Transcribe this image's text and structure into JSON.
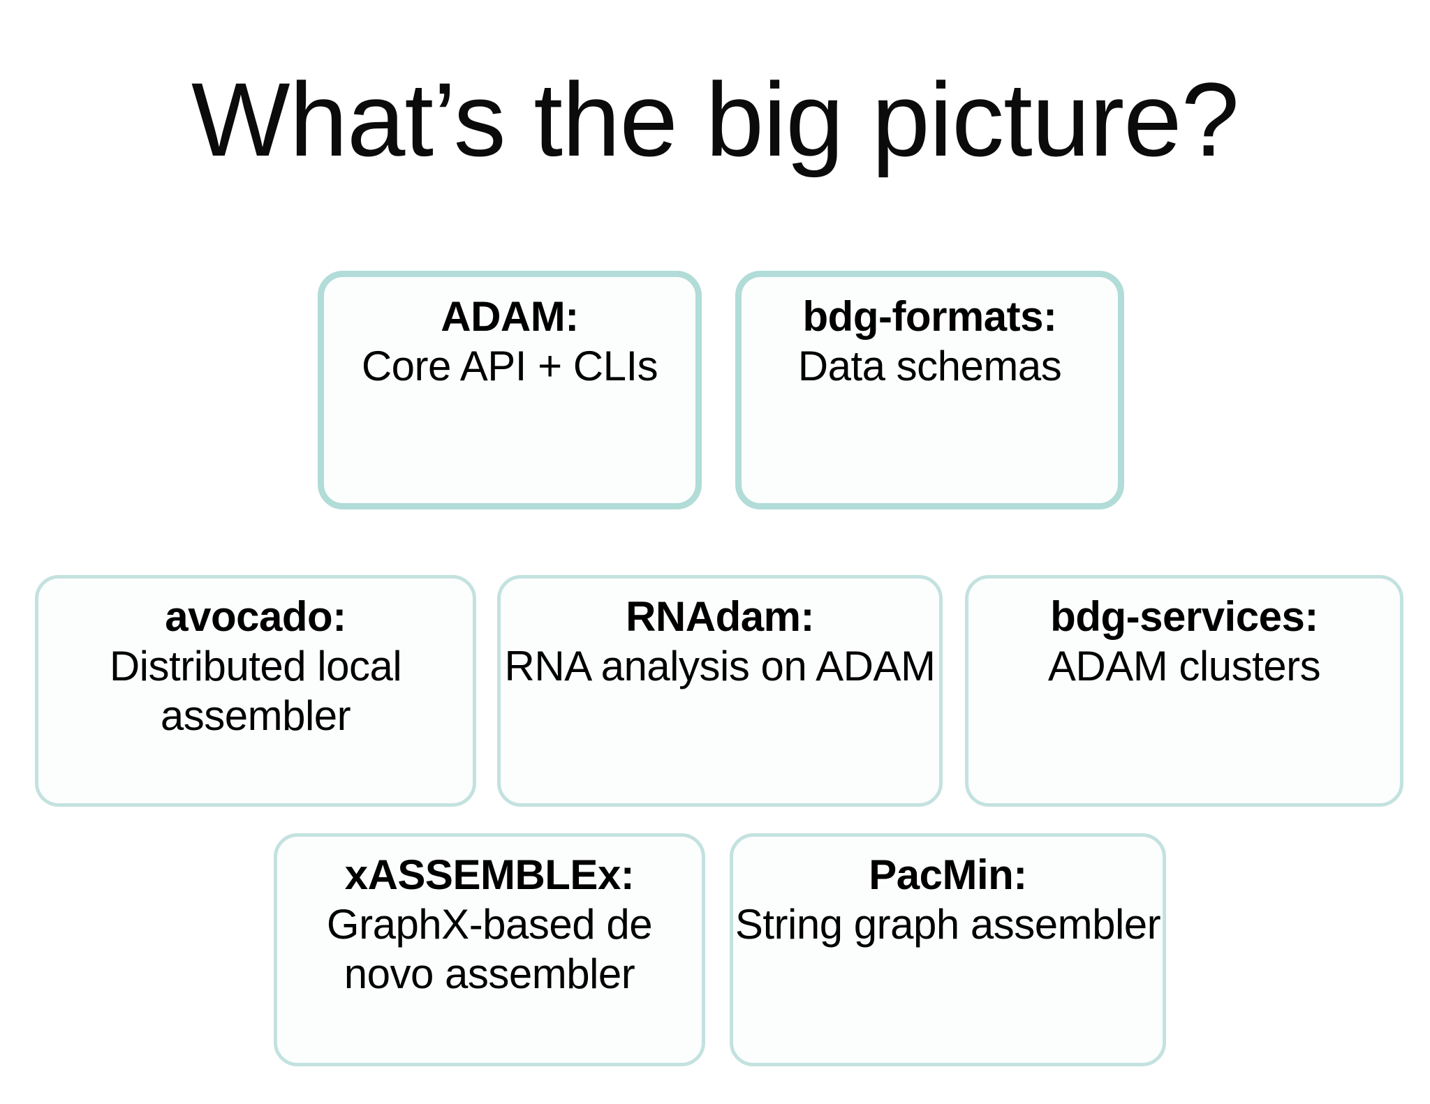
{
  "slide": {
    "title": "What’s the big picture?",
    "background_color": "#ffffff",
    "accent_color": "#b6dedb",
    "text_color": "#000000"
  },
  "diagram": {
    "rows": [
      {
        "id": "row-1",
        "nodes": [
          {
            "id": "adam",
            "title": "ADAM:",
            "desc": "Core API + CLIs"
          },
          {
            "id": "bdg-formats",
            "title": "bdg-formats:",
            "desc": "Data schemas"
          }
        ]
      },
      {
        "id": "row-2",
        "nodes": [
          {
            "id": "avocado",
            "title": "avocado:",
            "desc": "Distributed local assembler"
          },
          {
            "id": "rnadam",
            "title": "RNAdam:",
            "desc": "RNA analysis on ADAM"
          },
          {
            "id": "bdg-services",
            "title": "bdg-services:",
            "desc": "ADAM clusters"
          }
        ]
      },
      {
        "id": "row-3",
        "nodes": [
          {
            "id": "xassemblex",
            "title": "xASSEMBLEx:",
            "desc": "GraphX-based de novo assembler"
          },
          {
            "id": "pacmin",
            "title": "PacMin:",
            "desc": "String graph assembler"
          }
        ]
      }
    ]
  }
}
